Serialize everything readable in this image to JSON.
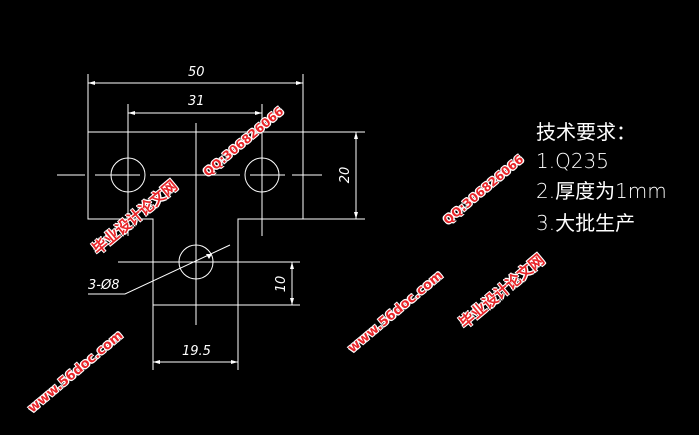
{
  "drawing": {
    "dimensions": {
      "overall_width": "50",
      "hole_spacing": "31",
      "height_top": "20",
      "height_bottom": "10",
      "bottom_width": "19.5",
      "holes": "3-Ø8"
    }
  },
  "requirements": {
    "title": "技术要求：",
    "items": [
      "1.Q235",
      "2.厚度为1mm",
      "3.大批生产"
    ]
  },
  "watermarks": {
    "site": "www.56doc.com",
    "name": "毕业设计论文网",
    "qq": "QQ:306826066"
  },
  "colors": {
    "background": "#000000",
    "lines": "#ffffff",
    "watermark": "#e8262a"
  }
}
